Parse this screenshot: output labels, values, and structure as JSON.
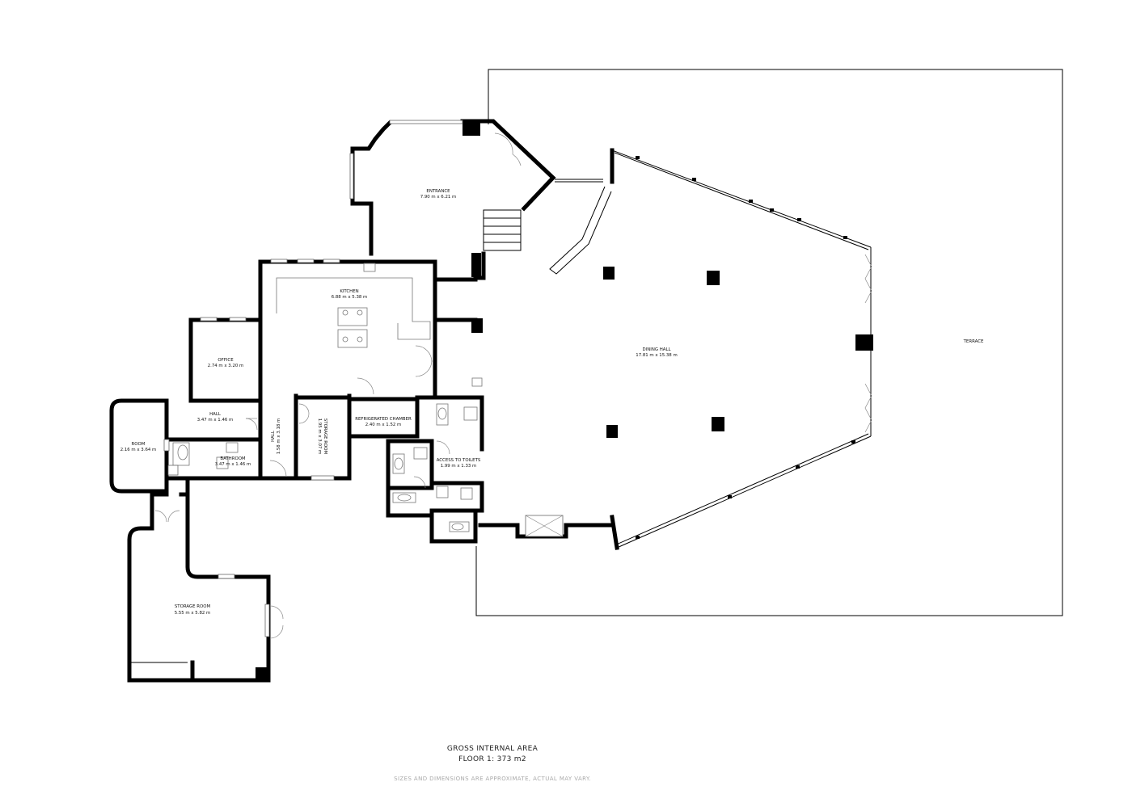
{
  "rooms": {
    "entrance": {
      "name": "ENTRANCE",
      "dims": "7.90 m x 6.21 m"
    },
    "kitchen": {
      "name": "KITCHEN",
      "dims": "6.88 m x 5.38 m"
    },
    "office": {
      "name": "OFFICE",
      "dims": "2.74 m x 3.20 m"
    },
    "hall_small": {
      "name": "HALL",
      "dims": "3.47 m x 1.46 m"
    },
    "room": {
      "name": "ROOM",
      "dims": "2.16 m x 3.64 m"
    },
    "bathroom": {
      "name": "BATHROOM",
      "dims": "3.47 m x 1.46 m"
    },
    "hall_vertical": {
      "name": "HALL",
      "dims": "1.58 m x 3.18 m"
    },
    "storage_room_small": {
      "name": "STORAGE ROOM",
      "dims": "1.95 m x 3.07 m"
    },
    "refrigerated_chamber": {
      "name": "REFRIGERATED CHAMBER",
      "dims": "2.40 m x 1.52 m"
    },
    "access_to_toilets": {
      "name": "ACCESS TO TOILETS",
      "dims": "1.99 m x 1.33 m"
    },
    "dining_hall": {
      "name": "DINING HALL",
      "dims": "17.81 m x 15.38 m"
    },
    "terrace": {
      "name": "TERRACE"
    },
    "storage_room_large": {
      "name": "STORAGE ROOM",
      "dims": "5.55 m x 5.82 m"
    }
  },
  "footer": {
    "title": "GROSS INTERNAL AREA",
    "floor": "FLOOR 1: 373 m2",
    "disclaimer": "SIZES AND DIMENSIONS ARE APPROXIMATE, ACTUAL MAY VARY."
  }
}
